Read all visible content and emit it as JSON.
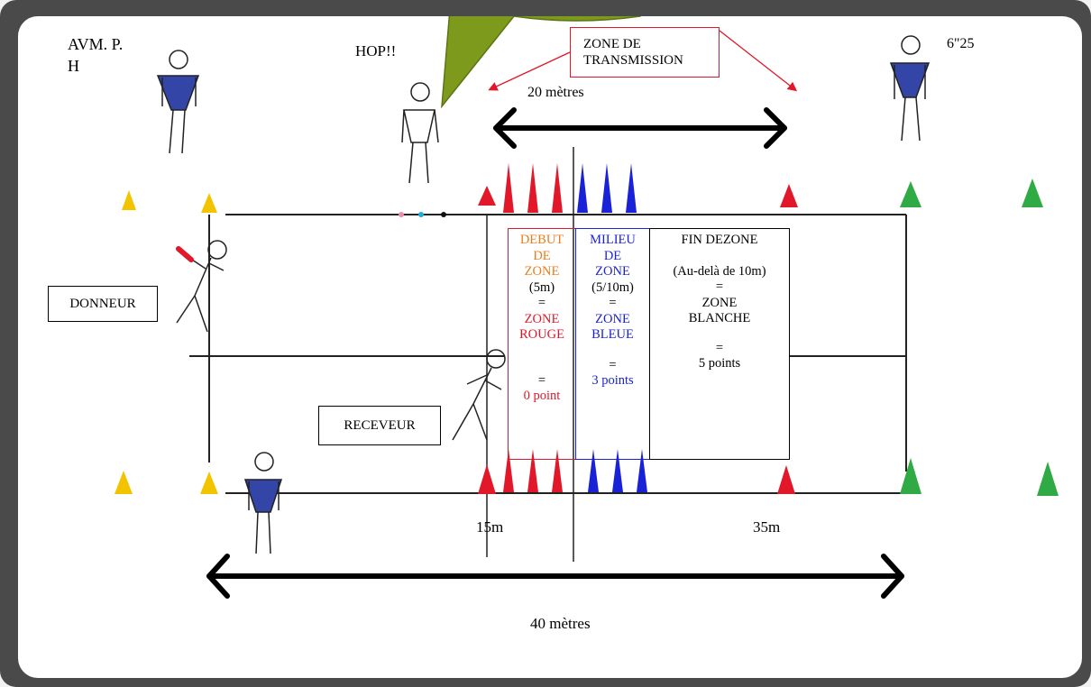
{
  "header": {
    "line1": "AVM. P.",
    "line2": "H",
    "time": "6\"25"
  },
  "callout": {
    "shout": "HOP!!"
  },
  "transmission_box": {
    "line1": "ZONE DE",
    "line2": "TRANSMISSION"
  },
  "top_distance": "20 mètres",
  "bottom_distance": "40 mètres",
  "mark_15": "15m",
  "mark_35": "35m",
  "roles": {
    "giver": "DONNEUR",
    "receiver": "RECEVEUR"
  },
  "zones": {
    "start": {
      "l1": "DEBUT",
      "l2": "DE",
      "l3": "ZONE",
      "l4": "(5m)",
      "l5": "=",
      "l6": "ZONE",
      "l7": "ROUGE",
      "l8": "=",
      "l9": "0 point"
    },
    "middle": {
      "l1": "MILIEU",
      "l2": "DE",
      "l3": "ZONE",
      "l4": "(5/10m)",
      "l5": "=",
      "l6": "ZONE",
      "l7": "BLEUE",
      "l8": "=",
      "l9": "3 points"
    },
    "end": {
      "l1": "FIN DEZONE",
      "l2": "(Au-delà de 10m)",
      "l3": "=",
      "l4": "ZONE",
      "l5": "BLANCHE",
      "l6": "=",
      "l7": "5 points"
    }
  },
  "colors": {
    "red": "#e0182a",
    "blue": "#1a22d8",
    "yellow": "#f2c400",
    "green": "#2faa44",
    "callout": "#7d9a1c",
    "shirt": "#3346a8",
    "orange": "#e87d1e"
  }
}
